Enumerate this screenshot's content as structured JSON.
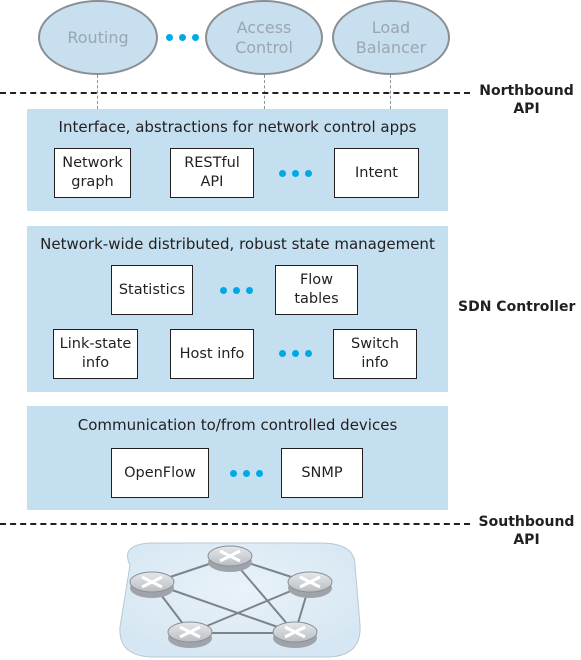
{
  "apps": {
    "routing": "Routing",
    "access_control": "Access\nControl",
    "load_balancer": "Load\nBalancer"
  },
  "northbound_label": "Northbound\nAPI",
  "southbound_label": "Southbound\nAPI",
  "controller_label": "SDN Controller",
  "layer_interface": {
    "title": "Interface, abstractions for  network control apps",
    "boxes": {
      "network_graph": "Network\ngraph",
      "restful_api": "RESTful\nAPI",
      "intent": "Intent"
    }
  },
  "layer_state": {
    "title": "Network-wide distributed, robust state management",
    "boxes": {
      "statistics": "Statistics",
      "flow_tables": "Flow\ntables",
      "link_state": "Link-state\ninfo",
      "host_info": "Host info",
      "switch_info": "Switch\ninfo"
    }
  },
  "layer_comm": {
    "title": "Communication to/from controlled devices",
    "boxes": {
      "openflow": "OpenFlow",
      "snmp": "SNMP"
    }
  },
  "colors": {
    "layer_fill": "#c4dff0",
    "ellipse_fill": "#c8dff0",
    "dots": "#00a9e6"
  }
}
